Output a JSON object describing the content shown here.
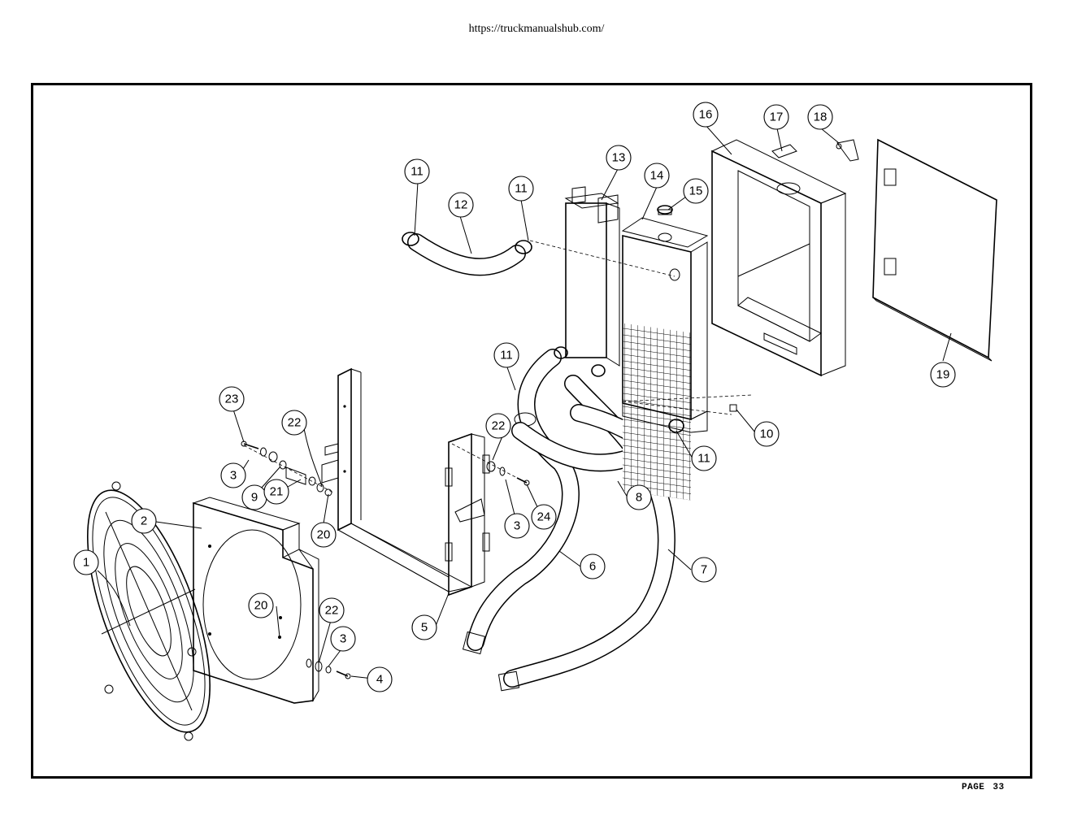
{
  "header": {
    "url": "https://truckmanualshub.com/"
  },
  "footer": {
    "page_label": "PAGE",
    "page_number": "33"
  },
  "callouts": {
    "c1": "1",
    "c2": "2",
    "c3a": "3",
    "c3b": "3",
    "c3c": "3",
    "c4": "4",
    "c5": "5",
    "c6": "6",
    "c7": "7",
    "c8": "8",
    "c9": "9",
    "c10": "10",
    "c11a": "11",
    "c11b": "11",
    "c11c": "11",
    "c11d": "11",
    "c12": "12",
    "c13": "13",
    "c14": "14",
    "c15": "15",
    "c16": "16",
    "c17": "17",
    "c18": "18",
    "c19": "19",
    "c20a": "20",
    "c20b": "20",
    "c21": "21",
    "c22a": "22",
    "c22b": "22",
    "c22c": "22",
    "c23": "23",
    "c24": "24"
  }
}
